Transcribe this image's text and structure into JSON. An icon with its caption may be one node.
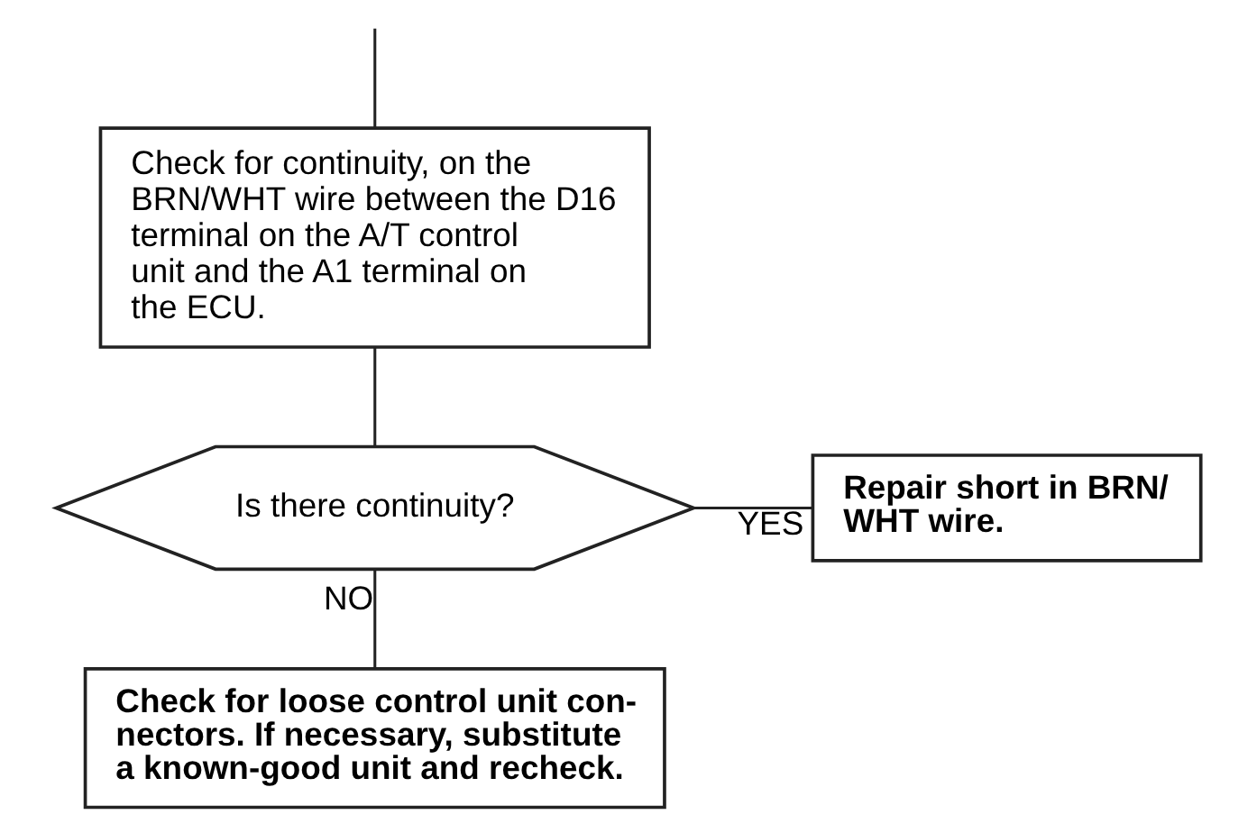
{
  "diagram": {
    "nodes": [
      {
        "text": [
          "Check for continuity, on the BRN/WHT wire between the D16 terminal on the A/T control unit and the A1 terminal on the ECU."
        ]
      },
      {
        "text": [
          "Is there continuity?"
        ]
      },
      {
        "text": [
          "Repair short in BRN/ WHT wire."
        ]
      },
      {
        "text": [
          "Check for loose control unit con- nectors. If necessary, substitute a known-good unit and recheck."
        ]
      }
    ],
    "edges": [
      {
        "from": null,
        "to": 0,
        "arrow": "none"
      },
      {
        "from": 0,
        "to": 1,
        "arrow": "none"
      },
      {
        "from": 1,
        "to": 2,
        "arrow": "none",
        "label": "YES"
      },
      {
        "from": 1,
        "to": 3,
        "arrow": "none",
        "label": "NO"
      }
    ]
  }
}
